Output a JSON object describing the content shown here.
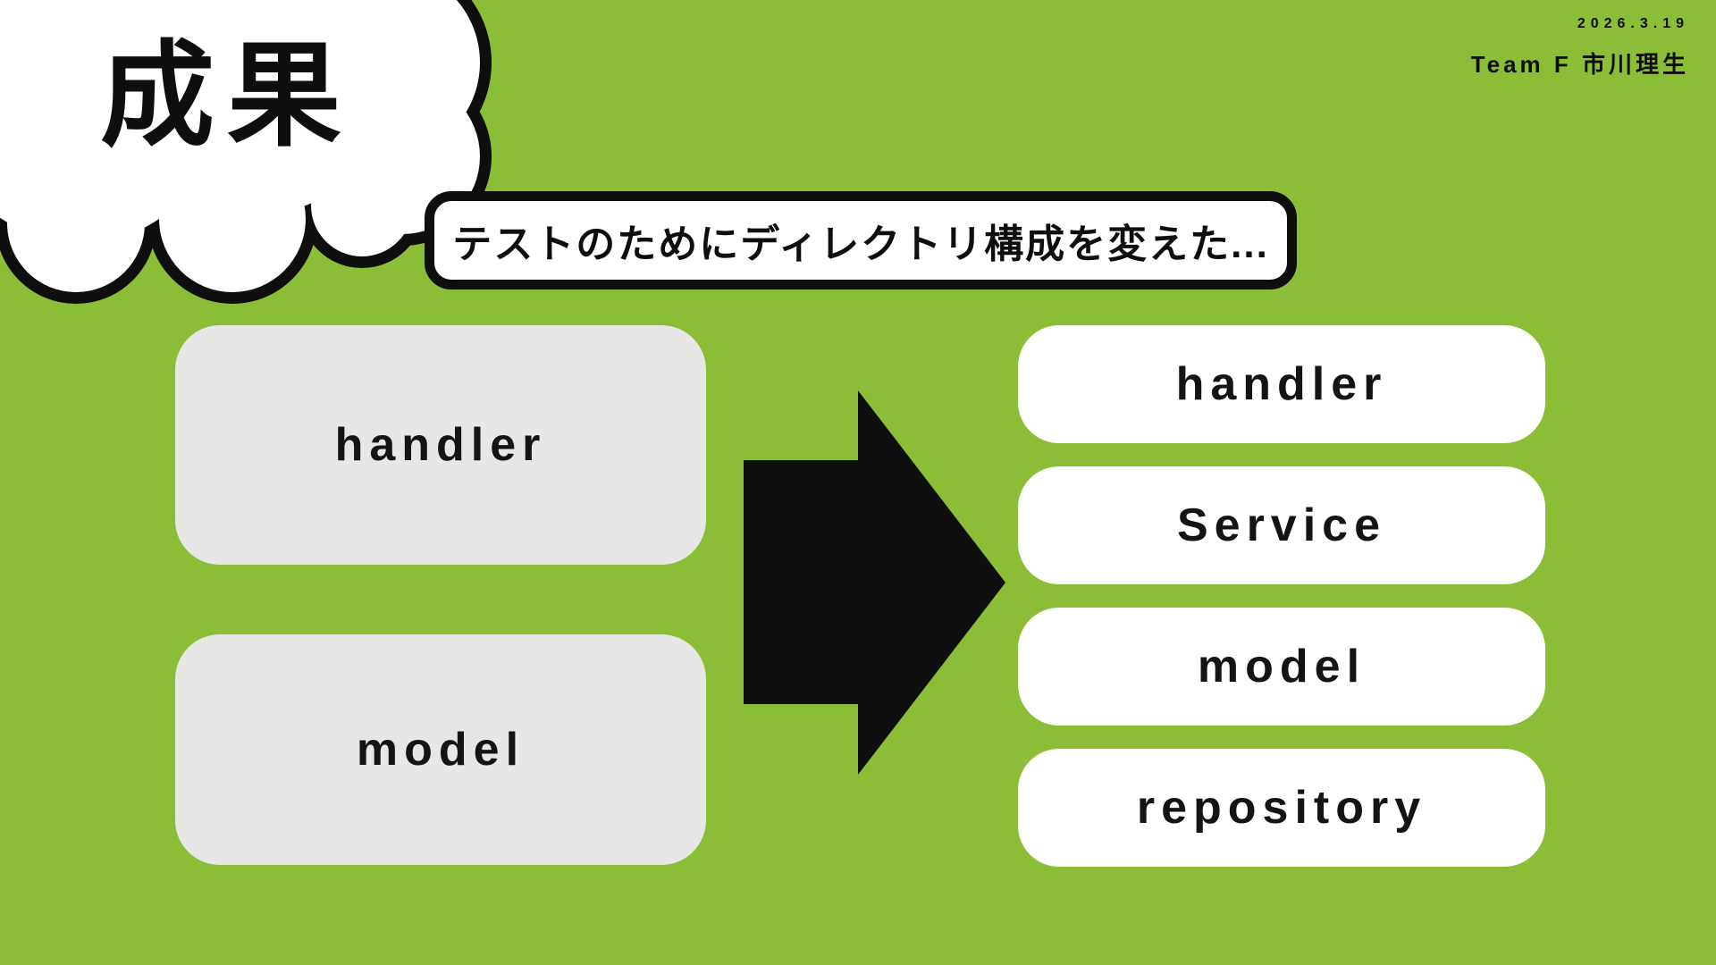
{
  "slide": {
    "date": "2026.3.19",
    "author": "Team F 市川理生",
    "title": "成果",
    "callout": "テストのためにディレクトリ構成を変えた...",
    "before": [
      "handler",
      "model"
    ],
    "after": [
      "handler",
      "Service",
      "model",
      "repository"
    ],
    "colors": {
      "background": "#8CBD37",
      "ink": "#0E0E0E",
      "before_box": "#E7E7E5",
      "after_box": "#FFFFFF",
      "cloud_fill": "#FFFFFF",
      "cloud_outline": "#0E0E0E"
    }
  }
}
